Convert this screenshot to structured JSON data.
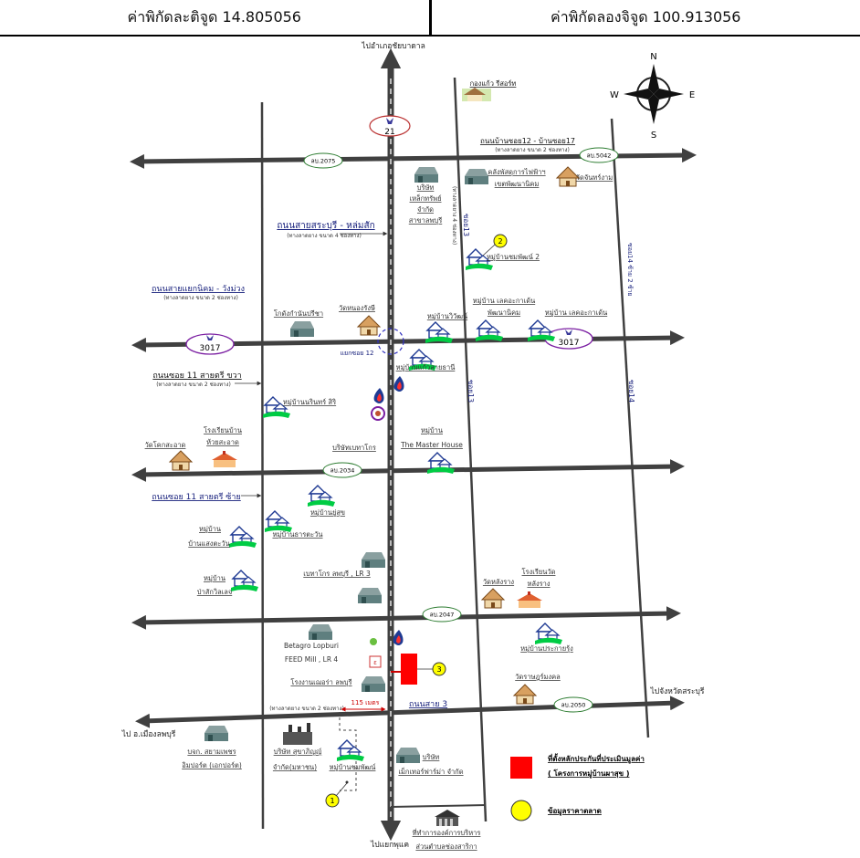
{
  "header": {
    "lat_label": "ค่าพิกัดละติจูด 14.805056",
    "lon_label": "ค่าพิกัดลองจิจูด 100.913056"
  },
  "compass": {
    "n": "N",
    "s": "S",
    "e": "E",
    "w": "W"
  },
  "colors": {
    "road": "#404040",
    "road_badge": "#2e7d32",
    "route_badge": "#7b1fa2",
    "label": "#333333",
    "label_blue": "#1a237e",
    "subject_red": "#ff0000",
    "market_yellow": "#ffff00",
    "distance_red": "#cc0000",
    "village_green": "#00cc44",
    "village_blue": "#1f3a93"
  },
  "directions": {
    "top": "ไปอำเภอชัยบาดาล",
    "bottom": "ไปแยกพุแค",
    "left": "ไป อ.เมืองลพบุรี",
    "right": "ไปจังหวัดสระบุรี"
  },
  "route_badges": {
    "r21": "21",
    "r3017_left": "3017",
    "r3017_right": "3017"
  },
  "road_badges": {
    "lb2075": "ลบ.2075",
    "lb5042": "ลบ.5042",
    "lb2034": "ลบ.2034",
    "lb2047": "ลบ.2047",
    "lb2050": "ลบ.2050"
  },
  "roads": {
    "saraburi_lomsak": "ถนนสายสระบุรี - หล่มสัก",
    "saraburi_lomsak_sub": "(ทางลาดยาง ขนาด 4 ช่องทาง)",
    "yaek_nikhom": "ถนนสายแยกนิคม - วังม่วง",
    "yaek_nikhom_sub": "(ทางลาดยาง ขนาด 2 ช่องทาง)",
    "soi11_right": "ถนนซอย 11 สายตรี ขวา",
    "soi11_right_sub": "(ทางลาดยาง ขนาด 2 ช่องทาง)",
    "soi11_left": "ถนนซอย 11 สายตรี ซ้าย",
    "soi12_17": "ถนนบ้านซอย12 - บ้านซอย17",
    "soi12_17_sub": "(ทางลาดยาง ขนาด 2 ช่องทาง)",
    "road3": "ถนนสาย 3",
    "road3_sub": "(ทางลาดยาง ขนาด 2 ช่องทาง)",
    "soi13": "ซอย13",
    "soi13_sub": "(ทางลาดยาง 4 ช่องทาง)",
    "soi13b": "ซอย13",
    "soi14": "ซอย14",
    "soi14_right": "ซอย14 ซ้าย 2 ซ้าย",
    "yaek_soi12": "แยกซอย 12",
    "distance": "115 เมตร"
  },
  "places": {
    "kongkaew_resort": "กองแก้ว รีสอร์ท",
    "company_lek_1": "บริษัท",
    "company_lek_2": "เหล็กทรัพย์",
    "company_lek_3": "จำกัด",
    "company_lek_4": "สาขาลพบุรี",
    "power_store_1": "คลังพัสดุการไฟฟ้าฯ",
    "power_store_2": "เขตพัฒนานิคม",
    "wat_chanthong": "วัดจันทร์งาม",
    "village_chumphon2": "หมู่บ้านชมพัฒน์ 2",
    "warehouse_pricha": "โกดังกำนันปรีชา",
    "wat_rongnong": "วัดหนองรังษี",
    "village_wiwat": "หมู่บ้านวิวัฒน์",
    "village_lake1_1": "หมู่บ้าน เลคอะกาเด้น",
    "village_lake1_2": "พัฒนานิคม",
    "village_lake2": "หมู่บ้าน เลคอะกาเด้น",
    "village_kaewsaithani": "หมู่บ้านแก้วสายธานี",
    "village_narin": "หมู่บ้านนรินทร์ สิริ",
    "school_huai_1": "โรงเรียนบ้าน",
    "school_huai_2": "ห้วยสะอาด",
    "wat_khok": "วัดโคกสะอาด",
    "betagro_co": "บริษัทเบทาโกร",
    "master_house_1": "หมู่บ้าน",
    "master_house_2": "The Master House",
    "village_yusuk": "หมู่บ้านยู่สุข",
    "village_thara": "หมู่บ้านธารตะวัน",
    "village_saeng_1": "หมู่บ้าน",
    "village_saeng_2": "บ้านแสงตะวัน",
    "village_pasak_1": "หมู่บ้าน",
    "village_pasak_2": "ป่าสักวิลเลจ",
    "betagro_lr3": "เบทาโกร ลพบุรี , LR 3",
    "wat_rangbua": "วัดหลังราง",
    "school_wat_1": "โรงเรียนวัด",
    "school_wat_2": "หลังราง",
    "betagro_lopburi": "Betagro Lopburi",
    "feed_mill": "FEED Mill , LR 4",
    "village_prakai": "หมู่บ้านประกายรุ้ง",
    "factory_lb": "โรงงานเฌอร่า ลพบุรี",
    "wat_rat": "วัดราษฎร์มงคล",
    "company_suk_1": "บริษัท สุขาภิญญ์",
    "company_suk_2": "จำกัด(มหาชน)",
    "village_chumphon": "หมู่บ้านชมพัฒน์",
    "bjk_1": "บจก. สยามเพชร",
    "bjk_2": "อิมปอร์ต (เอกปอร์ต)",
    "mitr_1": "บริษัท",
    "mitr_2": "เม็กเทอร์ฟาร์ม่า จำกัด",
    "office_1": "ที่ทำการองค์การบริหาร",
    "office_2": "ส่วนตำบลช่องสาริกา"
  },
  "markers": {
    "m1": "1",
    "m2": "2",
    "m3": "3"
  },
  "legend": {
    "subject_1": "ที่ตั้งหลักประกันที่ประเมินมูลค่า",
    "subject_2": "( โครงการหมู่บ้านผาสุข )",
    "market": "ข้อมูลราคาตลาด"
  }
}
